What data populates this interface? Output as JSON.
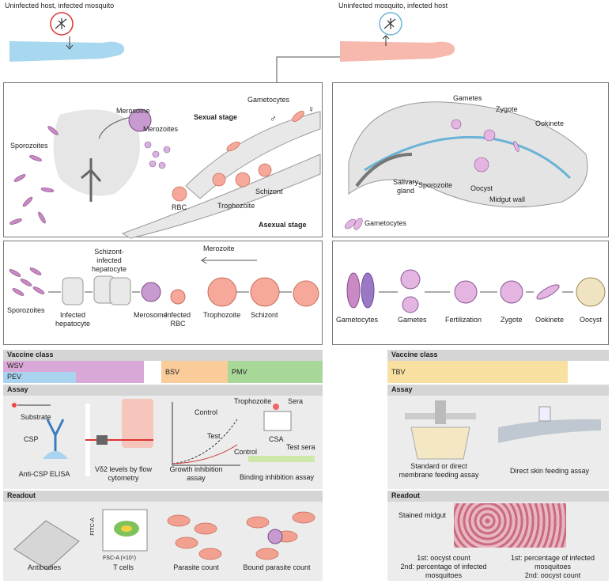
{
  "top": {
    "left_caption": "Uninfected host, infected mosquito",
    "right_caption": "Uninfected mosquito, infected host"
  },
  "host_panel": {
    "sporozoites": "Sporozoites",
    "merosome": "Merosome",
    "merozoites": "Merozoites",
    "sexual_stage": "Sexual stage",
    "gametocytes": "Gametocytes",
    "rbc": "RBC",
    "trophozoite": "Trophozoite",
    "schizont": "Schizont",
    "asexual_stage": "Asexual stage",
    "male_symbol": "♂",
    "female_symbol": "♀"
  },
  "mosquito_panel": {
    "gametes": "Gametes",
    "zygote": "Zygote",
    "ookinete": "Ookinete",
    "salivary_gland": "Salivary gland",
    "sporozoite": "Sporozoite",
    "oocyst": "Oocyst",
    "midgut_wall": "Midgut wall",
    "gametocytes": "Gametocytes"
  },
  "host_cycle": {
    "sporozoites": "Sporozoites",
    "infected_hepatocyte": "Infected hepatocyte",
    "schizont_infected_hepatocyte": "Schizont-infected hepatocyte",
    "merosome": "Merosome",
    "merozoite": "Merozoite",
    "infected_rbc": "Infected RBC",
    "trophozoite": "Trophozoite",
    "schizont": "Schizont"
  },
  "mosquito_cycle": {
    "gametocytes": "Gametocytes",
    "gametes": "Gametes",
    "fertilization": "Fertilization",
    "zygote": "Zygote",
    "ookinete": "Ookinete",
    "oocyst": "Oocyst"
  },
  "vaccine": {
    "header": "Vaccine class",
    "wsv": "WSV",
    "pev": "PEV",
    "bsv": "BSV",
    "pmv": "PMV",
    "tbv": "TBV",
    "colors": {
      "wsv": "#d9a8d6",
      "pev": "#a9d3ef",
      "bsv": "#f9cc9a",
      "pmv": "#a8d898",
      "tbv": "#f8e0a0"
    }
  },
  "assay": {
    "header": "Assay",
    "anti_csp": "Anti-CSP ELISA",
    "substrate": "Substrate",
    "csp": "CSP",
    "vd2": "Vδ2 levels by flow cytometry",
    "growth": "Growth inhibition assay",
    "control": "Control",
    "test": "Test",
    "binding": "Binding inhibition assay",
    "trophozoite": "Trophozoite",
    "sera": "Sera",
    "csa": "CSA",
    "control2": "Control",
    "test_sera": "Test sera",
    "membrane": "Standard or direct membrane feeding assay",
    "skin": "Direct skin feeding assay"
  },
  "readout": {
    "header": "Readout",
    "antibodies": "Antibodies",
    "tcells": "T cells",
    "fitc": "FITC-A",
    "fsc": "FSC-A (×10⁵)",
    "parasite_count": "Parasite count",
    "bound_count": "Bound parasite count",
    "stained_midgut": "Stained midgut",
    "left_text": "1st: oocyst count\n2nd: percentage of infected mosquitoes",
    "right_text": "1st: percentage of infected mosquitoes\n2nd: oocyst count"
  }
}
